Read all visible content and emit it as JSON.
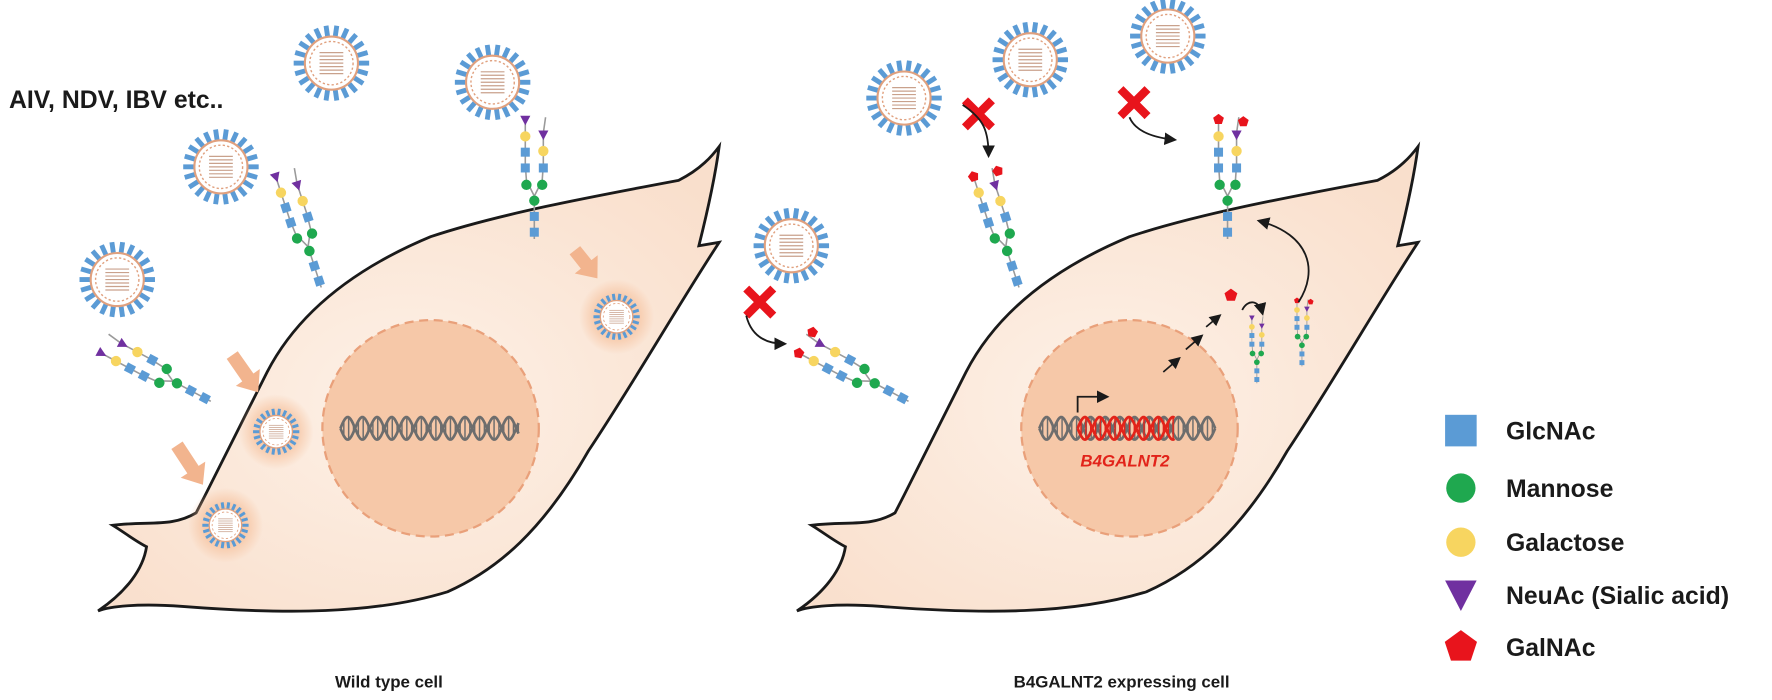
{
  "virus_label": "AIV, NDV, IBV etc..",
  "gene_label": "B4GALNT2",
  "captions": {
    "wild_type": "Wild type cell",
    "expressing": "B4GALNT2 expressing cell"
  },
  "legend": [
    {
      "label": "GlcNAc",
      "shape": "square",
      "color": "#5b9bd5"
    },
    {
      "label": "Mannose",
      "shape": "circle",
      "color": "#1fa84f"
    },
    {
      "label": "Galactose",
      "shape": "circle",
      "color": "#f7d560"
    },
    {
      "label": "NeuAc (Sialic acid)",
      "shape": "triangle",
      "color": "#7030a0"
    },
    {
      "label": "GalNAc",
      "shape": "pentagon",
      "color": "#e8141c"
    }
  ],
  "colors": {
    "cell_fill": "#fce9dc",
    "cell_stroke": "#1a1a1a",
    "nucleus_fill": "#f6c8a8",
    "nucleus_stroke": "#e9a07a",
    "virus_spike": "#5b9bd5",
    "virus_ring": "#e0a07e",
    "block_mark": "#e8141c",
    "dna_normal": "#6d6d6d",
    "dna_gene": "#e2231a",
    "entry_arrow": "#f2b48e"
  }
}
